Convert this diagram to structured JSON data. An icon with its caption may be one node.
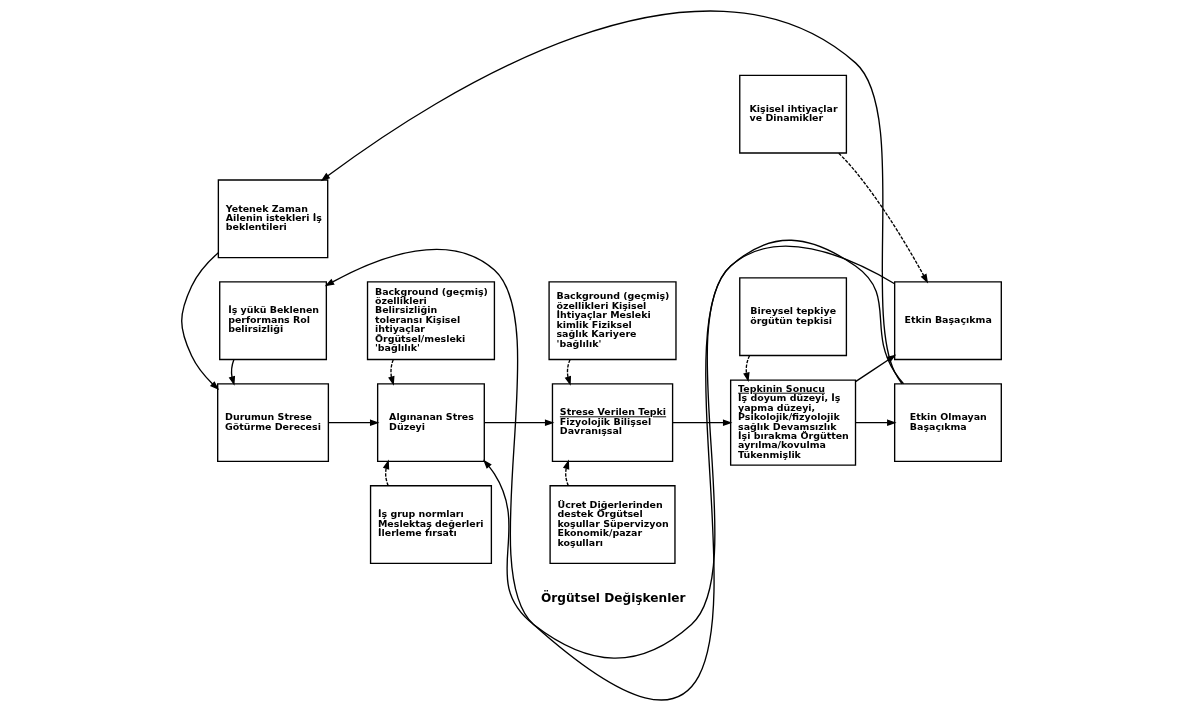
{
  "diagram": {
    "nodes": [
      {
        "text": [
          "Yetenek Zaman Ailenin istekleri İş beklentileri"
        ]
      },
      {
        "text": [
          "Background (geçmiş) özellikleri Belirsizliğin toleransı Kişisel ihtiyaçlar Örgütsel/mesleki 'bağlılık'"
        ]
      },
      {
        "text": [
          "Background (geçmiş) özellikleri Kişisel İhtiyaçlar Mesleki kimlik Fiziksel sağlık Kariyere 'bağlılık'"
        ]
      },
      {
        "text": [
          "Kişisel ihtiyaçlar ve Dinamikler"
        ]
      },
      {
        "text": [
          "Durumun Strese Götürme Derecesi"
        ]
      },
      {
        "text": [
          "Algınanan Stres Düzeyi"
        ]
      },
      {
        "text": [
          "Strese Verilen Tepki",
          "Fizyolojik Bilişsel Davranışsal"
        ]
      },
      {
        "text": [
          "Tepkinin Sonucu",
          "İş doyum düzeyi, İş yapma düzeyi, Psikolojik/fizyolojik sağlık Devamsızlık İşi bırakma Örgütten ayrılma/kovulma Tükenmişlik"
        ]
      },
      {
        "text": [
          "Etkin Başaçıkma"
        ]
      },
      {
        "text": [
          "Etkin Olmayan Başaçıkma"
        ]
      },
      {
        "text": [
          "İş yükü Beklenen performans Rol belirsizliği"
        ]
      },
      {
        "text": [
          "İş grup normları Meslektaş değerleri İlerleme fırsatı"
        ]
      },
      {
        "text": [
          "Ücret Diğerlerinden destek Örgütsel koşullar Süpervizyon Ekonomik/pazar koşulları"
        ]
      },
      {
        "text": [
          "Bireysel tepkiye örgütün tepkisi"
        ]
      }
    ],
    "edges": [
      {
        "from": 0,
        "to": 4,
        "arrow": "to"
      },
      {
        "from": 1,
        "to": 5,
        "arrow": "to",
        "style": "dashed"
      },
      {
        "from": 2,
        "to": 6,
        "arrow": "to",
        "style": "dashed"
      },
      {
        "from": 3,
        "to": 8,
        "arrow": "to",
        "style": "dashed"
      },
      {
        "from": 4,
        "to": 5,
        "arrow": "to"
      },
      {
        "from": 5,
        "to": 6,
        "arrow": "to"
      },
      {
        "from": 6,
        "to": 7,
        "arrow": "to"
      },
      {
        "from": 7,
        "to": 8,
        "arrow": "to"
      },
      {
        "from": 7,
        "to": 9,
        "arrow": "to"
      },
      {
        "from": 10,
        "to": 4,
        "arrow": "to"
      },
      {
        "from": 11,
        "to": 5,
        "arrow": "to",
        "style": "dashed"
      },
      {
        "from": 12,
        "to": 6,
        "arrow": "to",
        "style": "dashed"
      },
      {
        "from": 13,
        "to": 7,
        "arrow": "to",
        "style": "dashed"
      },
      {
        "from": 8,
        "to": 5,
        "arrow": "to"
      },
      {
        "from": 9,
        "to": 0,
        "arrow": "to"
      },
      {
        "from": 9,
        "to": 10,
        "arrow": "to"
      }
    ],
    "labels": [
      "Örgütsel Değişkenler"
    ]
  }
}
